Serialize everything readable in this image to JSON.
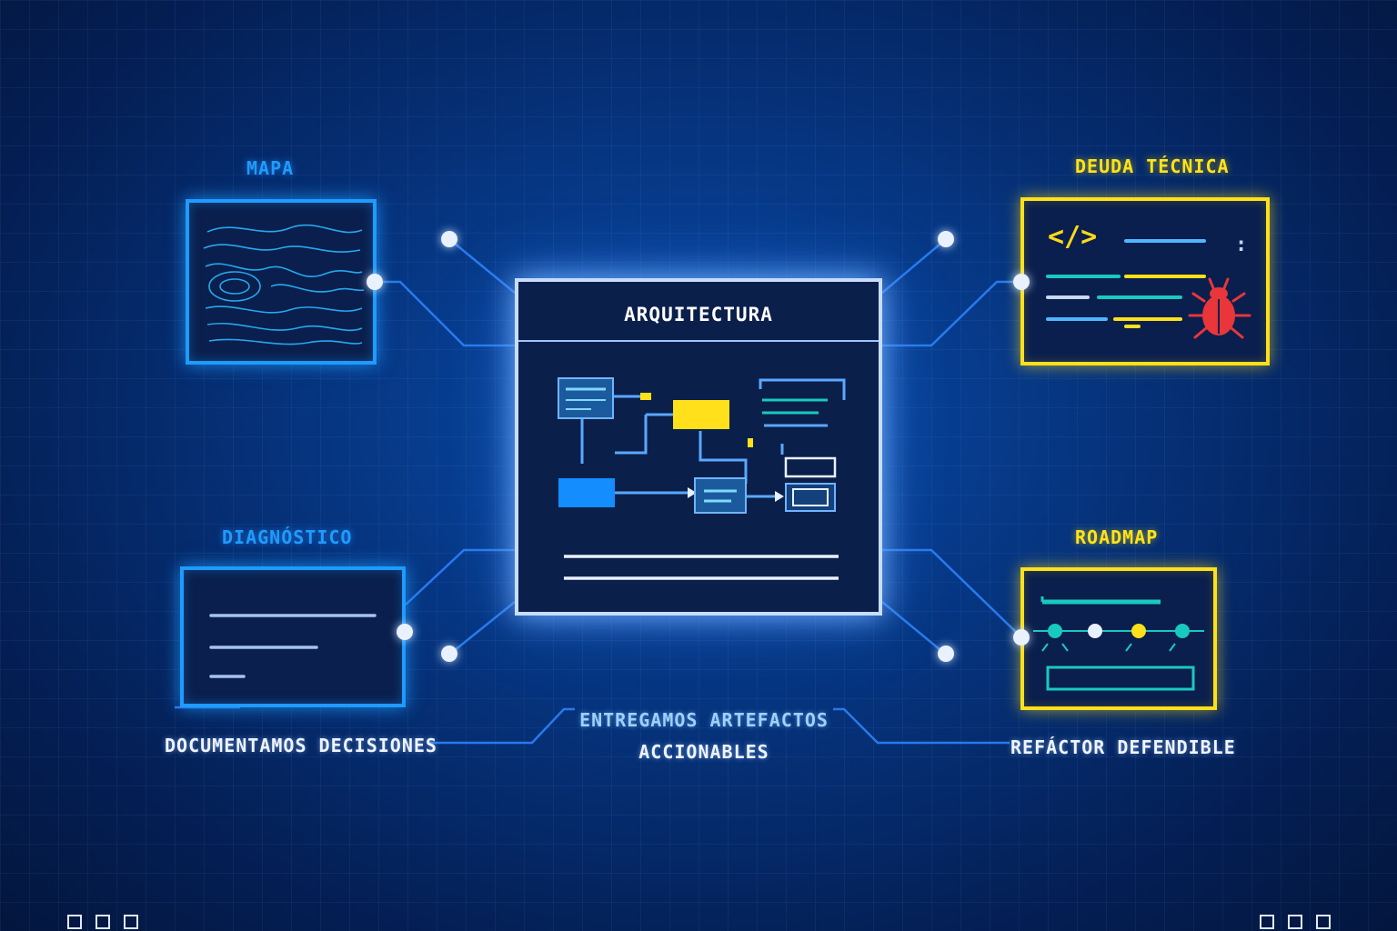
{
  "center": {
    "title": "ARQUITECTURA"
  },
  "nodes": {
    "mapa": {
      "label": "MAPA"
    },
    "diagnostico": {
      "label": "DIAGNÓSTICO"
    },
    "deuda": {
      "label": "DEUDA TÉCNICA",
      "code_symbol": "</>",
      "colon": ":"
    },
    "roadmap": {
      "label": "ROADMAP"
    }
  },
  "captions": {
    "left": "DOCUMENTAMOS DECISIONES",
    "center_line1": "ENTREGAMOS ARTEFACTOS",
    "center_line2": "ACCIONABLES",
    "right": "REFÁCTOR DEFENDIBLE"
  },
  "colors": {
    "blue_accent": "#1e9bff",
    "yellow_accent": "#ffe01a",
    "center_border": "#c8dcff",
    "bug_red": "#e8363a",
    "teal": "#19c9c0"
  },
  "icons": [
    "topographic-map-icon",
    "code-brackets-icon",
    "bug-icon",
    "timeline-icon",
    "flowchart-icon"
  ]
}
